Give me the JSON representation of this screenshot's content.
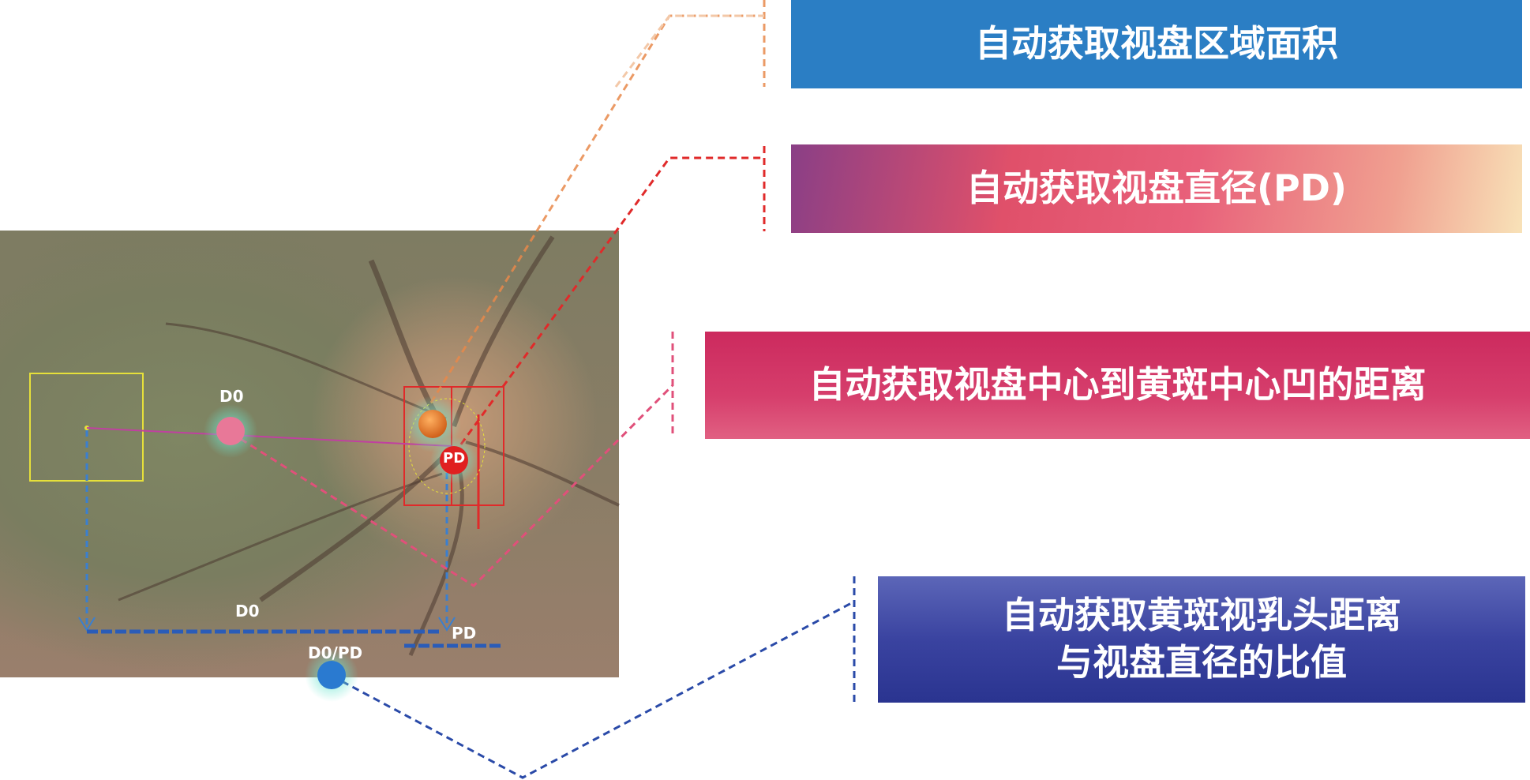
{
  "boxes": {
    "optic_disc_area": "自动获取视盘区域面积",
    "optic_disc_diameter": "自动获取视盘直径(PD)",
    "disc_to_fovea_distance": "自动获取视盘中心到黄斑中心凹的距离",
    "ratio_line1": "自动获取黄斑视乳头距离",
    "ratio_line2": "与视盘直径的比值"
  },
  "labels": {
    "d0_marker": "D0",
    "pd_marker": "PD",
    "d0_measure": "D0",
    "pd_measure": "PD",
    "ratio_marker": "D0/PD"
  },
  "colors": {
    "area_box": "#2b7ec4",
    "diameter_red": "#e02a2a",
    "distance_pink": "#d63e6c",
    "ratio_blue": "#3a43a0",
    "macula_box": "#e6e03a",
    "measure_blue": "#3a7fd0",
    "orange_marker": "#e07020",
    "pink_marker": "#e87898"
  }
}
